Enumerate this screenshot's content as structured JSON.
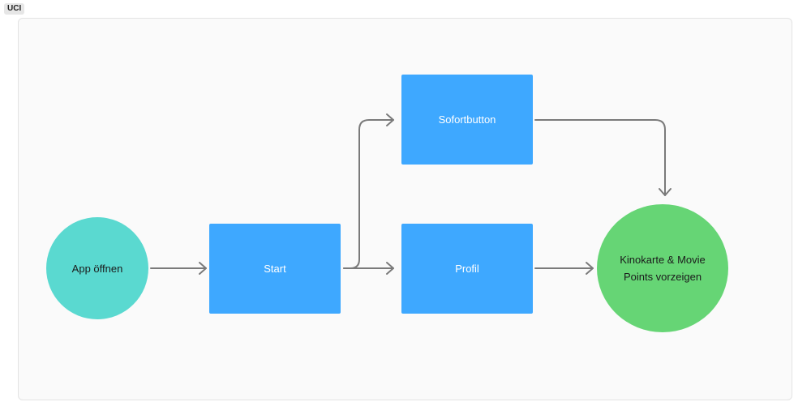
{
  "frame": {
    "tag": "UCI"
  },
  "colors": {
    "process": "#3ea8ff",
    "start_node": "#5ad9d0",
    "end_node": "#66d575",
    "connector": "#7a7a7a"
  },
  "nodes": {
    "app_open": {
      "label": "App öffnen",
      "shape": "circle"
    },
    "start": {
      "label": "Start",
      "shape": "rectangle"
    },
    "instant_button": {
      "label": "Sofortbutton",
      "shape": "rectangle"
    },
    "profile": {
      "label": "Profil",
      "shape": "rectangle"
    },
    "show_card": {
      "label": "Kinokarte & Movie Points vorzeigen",
      "shape": "circle"
    }
  },
  "edges": [
    {
      "from": "App öffnen",
      "to": "Start"
    },
    {
      "from": "Start",
      "to": "Sofortbutton"
    },
    {
      "from": "Start",
      "to": "Profil"
    },
    {
      "from": "Sofortbutton",
      "to": "Kinokarte & Movie Points vorzeigen"
    },
    {
      "from": "Profil",
      "to": "Kinokarte & Movie Points vorzeigen"
    }
  ]
}
